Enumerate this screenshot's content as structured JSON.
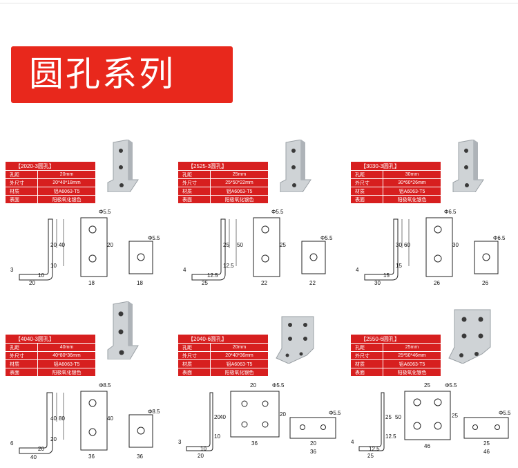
{
  "banner": {
    "title": "圆孔系列"
  },
  "spec_labels": {
    "hole_pitch": "孔距",
    "dimensions": "外尺寸",
    "material": "材质",
    "surface": "表面"
  },
  "panels": [
    {
      "name": "【2020-3圆孔】",
      "pitch": "20mm",
      "size": "20*40*18mm",
      "material": "铝A6063-T5",
      "surface": "阳极氧化银色",
      "dims": {
        "side_h1": "20",
        "side_h2": "40",
        "side_h3": "10",
        "thk": "3",
        "base1": "10",
        "base2": "20",
        "front_pitch": "20",
        "front_w": "18",
        "hole": "Φ5.5",
        "hole2": "Φ5.5",
        "bot_w": "18"
      }
    },
    {
      "name": "【2525-3圆孔】",
      "pitch": "25mm",
      "size": "25*50*22mm",
      "material": "铝A6063-T5",
      "surface": "阳极氧化银色",
      "dims": {
        "side_h1": "25",
        "side_h2": "50",
        "side_h3": "12.5",
        "thk": "4",
        "base1": "12.5",
        "base2": "25",
        "front_pitch": "25",
        "front_w": "22",
        "hole": "Φ5.5",
        "hole2": "Φ5.5",
        "bot_w": "22"
      }
    },
    {
      "name": "【3030-3圆孔】",
      "pitch": "30mm",
      "size": "30*60*26mm",
      "material": "铝A6063-T5",
      "surface": "阳极氧化银色",
      "dims": {
        "side_h1": "30",
        "side_h2": "60",
        "side_h3": "15",
        "thk": "4",
        "base1": "15",
        "base2": "30",
        "front_pitch": "30",
        "front_w": "26",
        "hole": "Φ6.5",
        "hole2": "Φ6.5",
        "bot_w": "26"
      }
    },
    {
      "name": "【4040-3圆孔】",
      "pitch": "40mm",
      "size": "40*80*36mm",
      "material": "铝A6063-T5",
      "surface": "阳极氧化银色",
      "dims": {
        "side_h1": "40",
        "side_h2": "80",
        "side_h3": "20",
        "thk": "6",
        "base1": "20",
        "base2": "40",
        "front_pitch": "40",
        "front_w": "36",
        "hole": "Φ8.5",
        "hole2": "Φ8.5",
        "bot_w": "36"
      }
    },
    {
      "name": "【2040-6圆孔】",
      "pitch": "20mm",
      "size": "20*40*36mm",
      "material": "铝A6063-T5",
      "surface": "阳极氧化银色",
      "dims": {
        "side_h1": "20",
        "side_h2": "40",
        "side_h3": "10",
        "thk": "3",
        "base1": "10",
        "base2": "20",
        "front_pitch": "20",
        "front_top": "20",
        "front_w": "36",
        "hole": "Φ5.5",
        "hole2": "Φ5.5",
        "bot_pitch": "20",
        "bot_w": "36"
      }
    },
    {
      "name": "【2550-6圆孔】",
      "pitch": "25mm",
      "size": "25*50*46mm",
      "material": "铝A6063-T5",
      "surface": "阳极氧化银色",
      "dims": {
        "side_h1": "25",
        "side_h2": "50",
        "side_h3": "12.5",
        "thk": "4",
        "base1": "12.5",
        "base2": "25",
        "front_pitch": "25",
        "front_top": "25",
        "front_w": "46",
        "hole": "Φ5.5",
        "hole2": "Φ5.5",
        "bot_pitch": "25",
        "bot_w": "46"
      }
    }
  ]
}
